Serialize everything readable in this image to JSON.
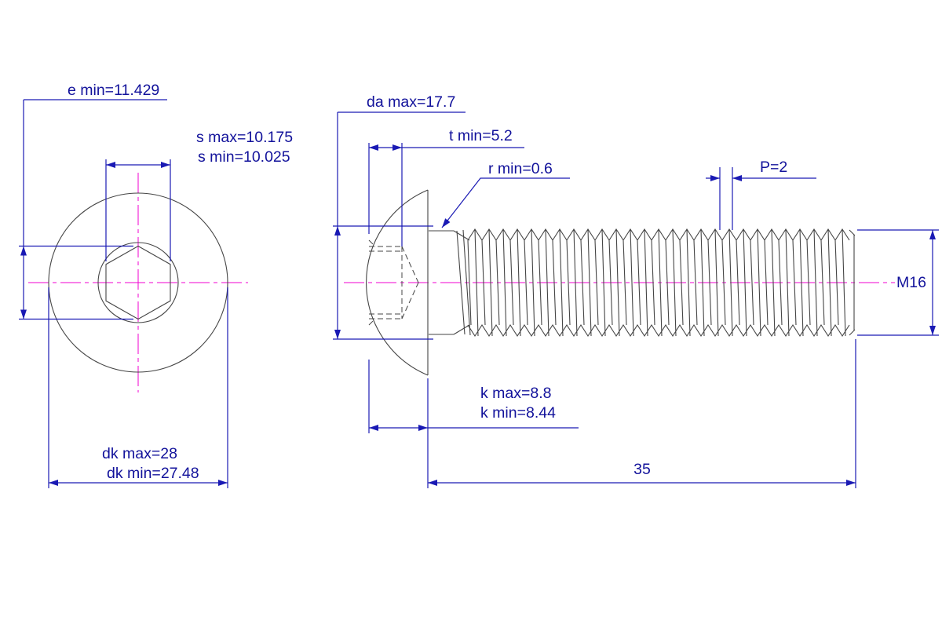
{
  "labels": {
    "e_min": "e min=11.429",
    "s_max": "s max=10.175",
    "s_min": "s min=10.025",
    "da_max": "da max=17.7",
    "t_min": "t min=5.2",
    "r_min": "r min=0.6",
    "pitch": "P=2",
    "thread_size": "M16",
    "k_max": "k max=8.8",
    "k_min": "k min=8.44",
    "dk_max": "dk max=28",
    "dk_min": "dk min=27.48",
    "length": "35"
  },
  "colors": {
    "dimension": "#1a1ab4",
    "label": "#12129b",
    "centerline": "#f000d0",
    "outline": "#454545"
  }
}
